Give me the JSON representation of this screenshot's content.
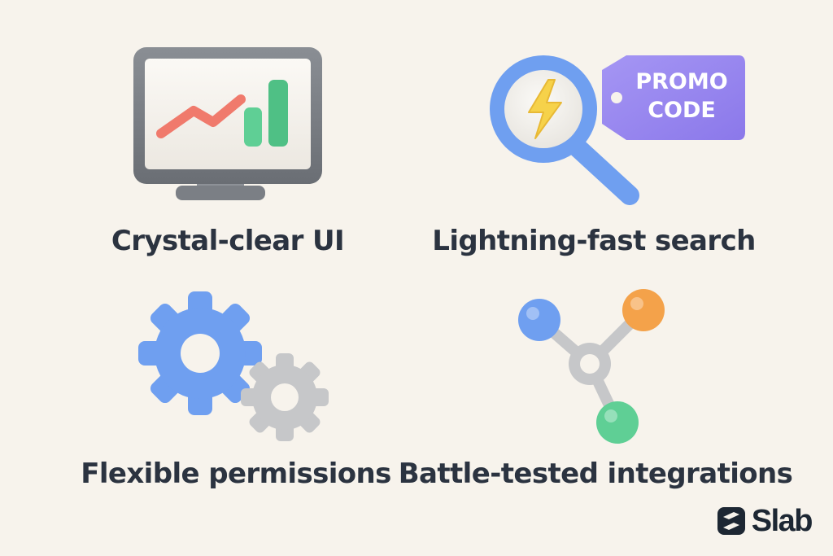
{
  "features": [
    {
      "title": "Crystal-clear UI",
      "icon": "monitor-chart-icon"
    },
    {
      "title": "Lightning-fast search",
      "icon": "magnifier-promo-tag-icon",
      "tag_text": [
        "PROMO",
        "CODE"
      ]
    },
    {
      "title": "Flexible permissions",
      "icon": "gears-icon"
    },
    {
      "title": "Battle-tested integrations",
      "icon": "network-nodes-icon"
    }
  ],
  "brand": {
    "name": "Slab",
    "logo_icon": "slab-logo-icon"
  },
  "colors": {
    "background": "#f7f3ec",
    "text": "#2b3340",
    "blue": "#6f9ff0",
    "gray": "#c6c7c9",
    "purple": "#9b8af0",
    "yellow": "#f6d24a",
    "red": "#f07a6c",
    "green": "#5fcf95",
    "orange": "#f4a24a"
  }
}
